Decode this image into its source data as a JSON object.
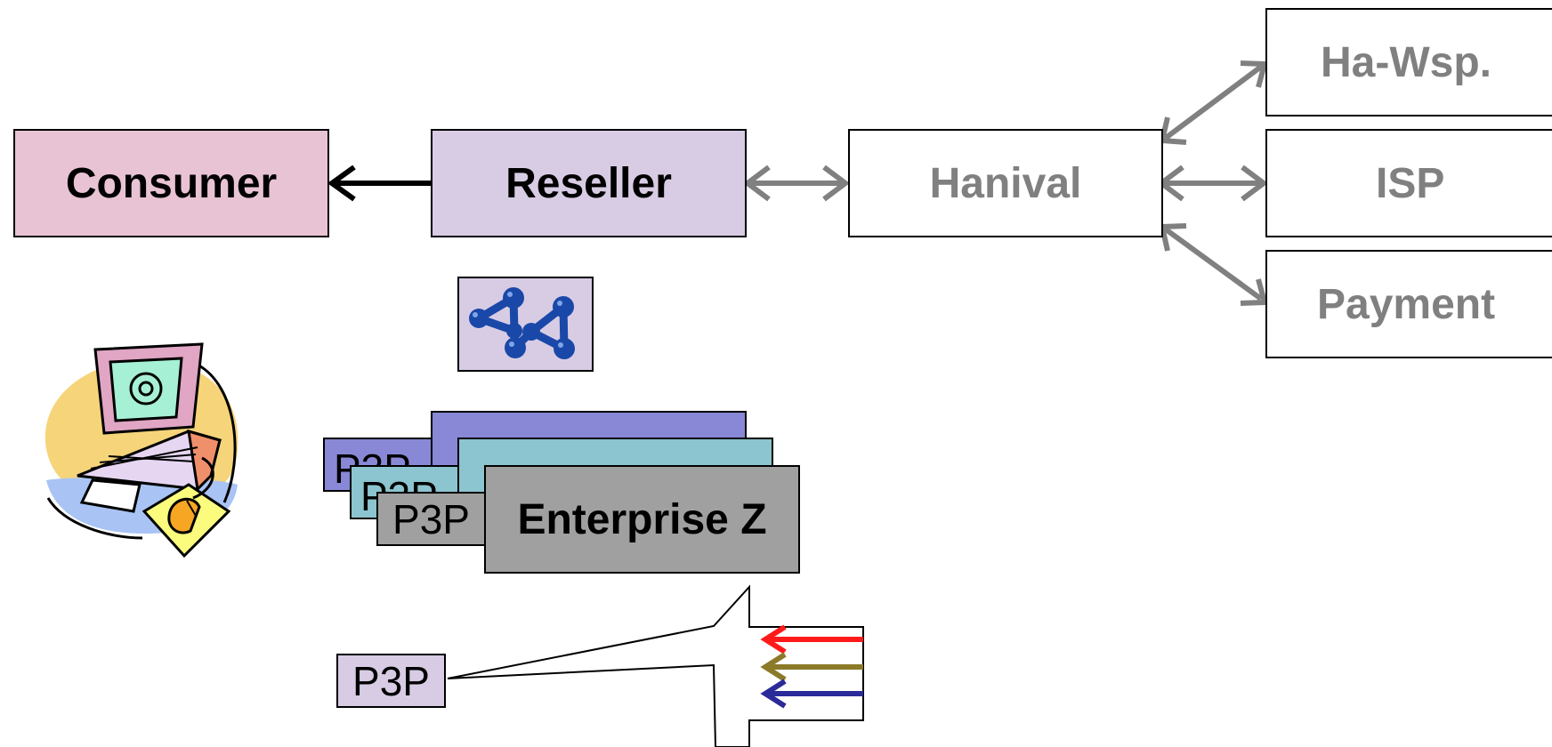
{
  "nodes": {
    "consumer": "Consumer",
    "reseller": "Reseller",
    "hanival": "Hanival",
    "ha_wsp": "Ha-Wsp.",
    "isp": "ISP",
    "payment": "Payment",
    "enterprise": "Enterprise Z"
  },
  "p3p": {
    "label_back": "P3P",
    "label_mid": "P3P",
    "label_front": "P3P",
    "label_bottom": "P3P"
  },
  "icons": {
    "network": "network-molecule-icon",
    "computer": "computer-email-clipart-icon"
  },
  "colors": {
    "consumer_fill": "#e8c3d3",
    "reseller_fill": "#d8cce4",
    "box_gray_text": "#808080",
    "purple_back": "#8888d6",
    "teal_mid": "#8cc4cf",
    "gray_front": "#a0a0a0",
    "arrow_red": "#ff1a1a",
    "arrow_olive": "#8b7a28",
    "arrow_navy": "#2a2a99"
  }
}
